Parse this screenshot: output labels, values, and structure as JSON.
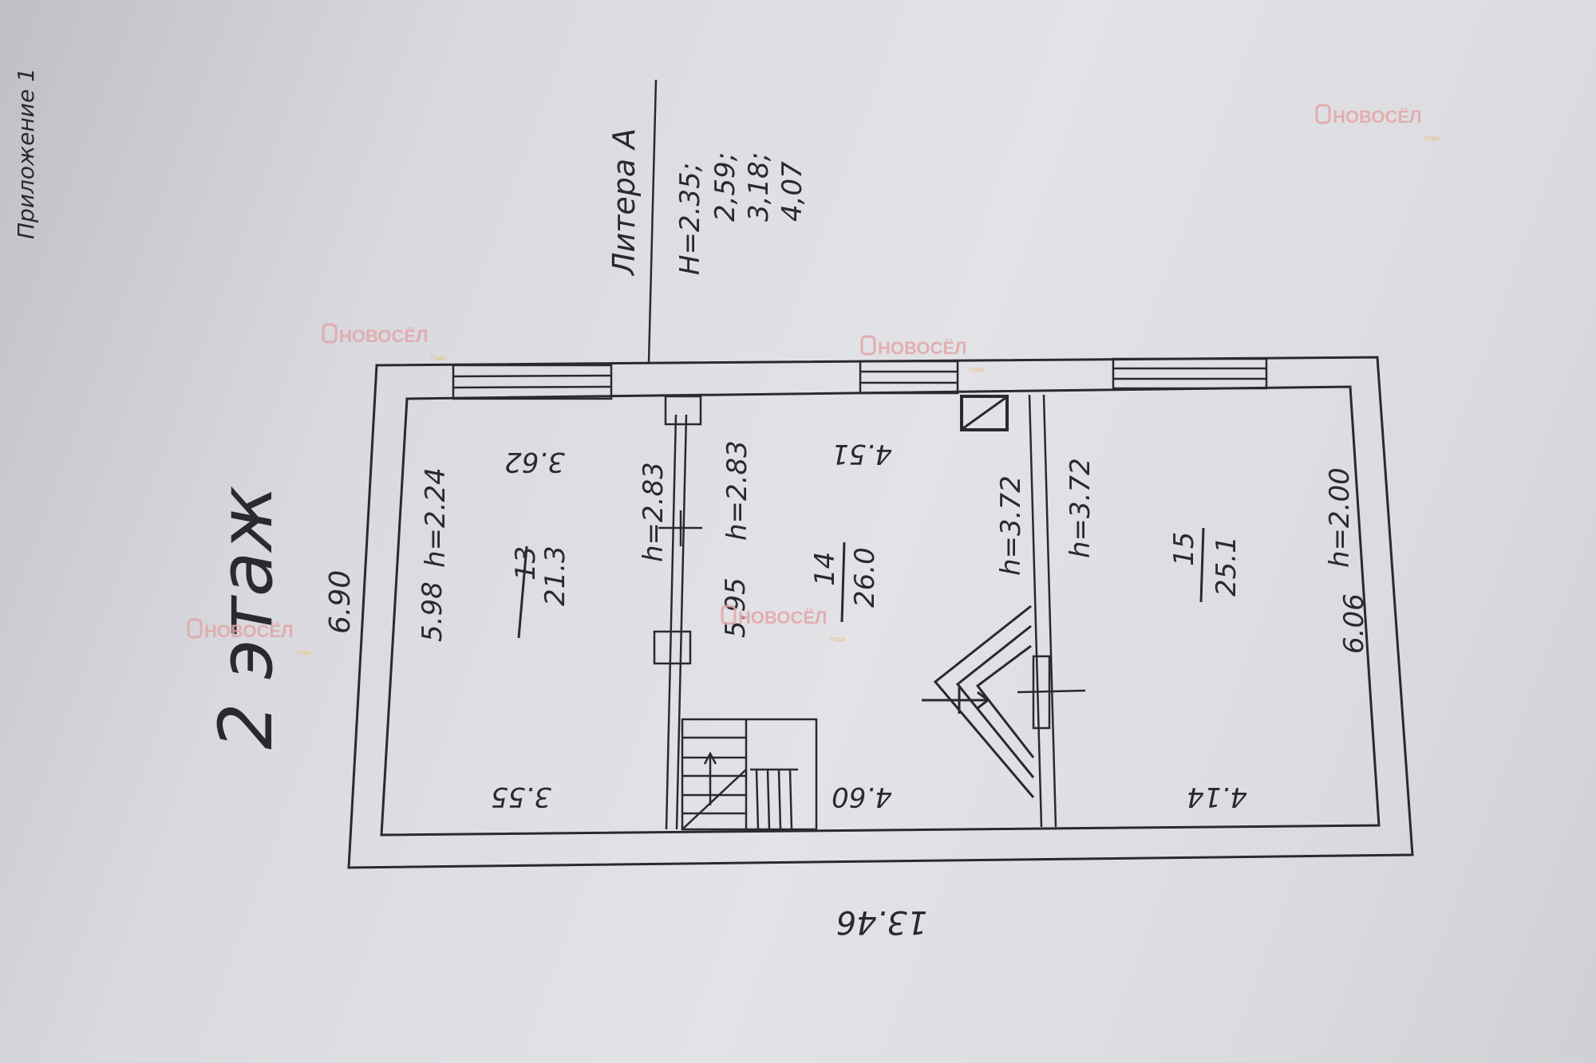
{
  "appendix_label": "Приложение 1",
  "floor_title": "2 этаж",
  "litera_label": "Литера А",
  "heights": {
    "h1": "H=2.35;",
    "h2": "2,59;",
    "h3": "3,18;",
    "h4": "4,07"
  },
  "overall": {
    "width": "6.90",
    "length": "13.46"
  },
  "rooms": [
    {
      "num": "13",
      "area": "21.3",
      "height": "h=2.24",
      "side": "5.98",
      "top_dim": "3.62",
      "bottom_dim": "3.55",
      "partition_h": "h=2.83"
    },
    {
      "num": "14",
      "area": "26.0",
      "height": "h=2.83",
      "side": "5.95",
      "top_dim": "4.51",
      "bottom_dim": "4.60",
      "partition_h": "h=3.72"
    },
    {
      "num": "15",
      "area": "25.1",
      "height": "h=2.00",
      "side": "6.06",
      "bottom_dim": "4.14",
      "partition_h": "h=3.72"
    }
  ],
  "watermark": {
    "brand": "НОВОСЁЛ",
    "year": "ГОДА"
  },
  "colors": {
    "ink": "#2a2a2e",
    "watermark": "#e3a6a8",
    "paper": "#dfe0e4"
  }
}
